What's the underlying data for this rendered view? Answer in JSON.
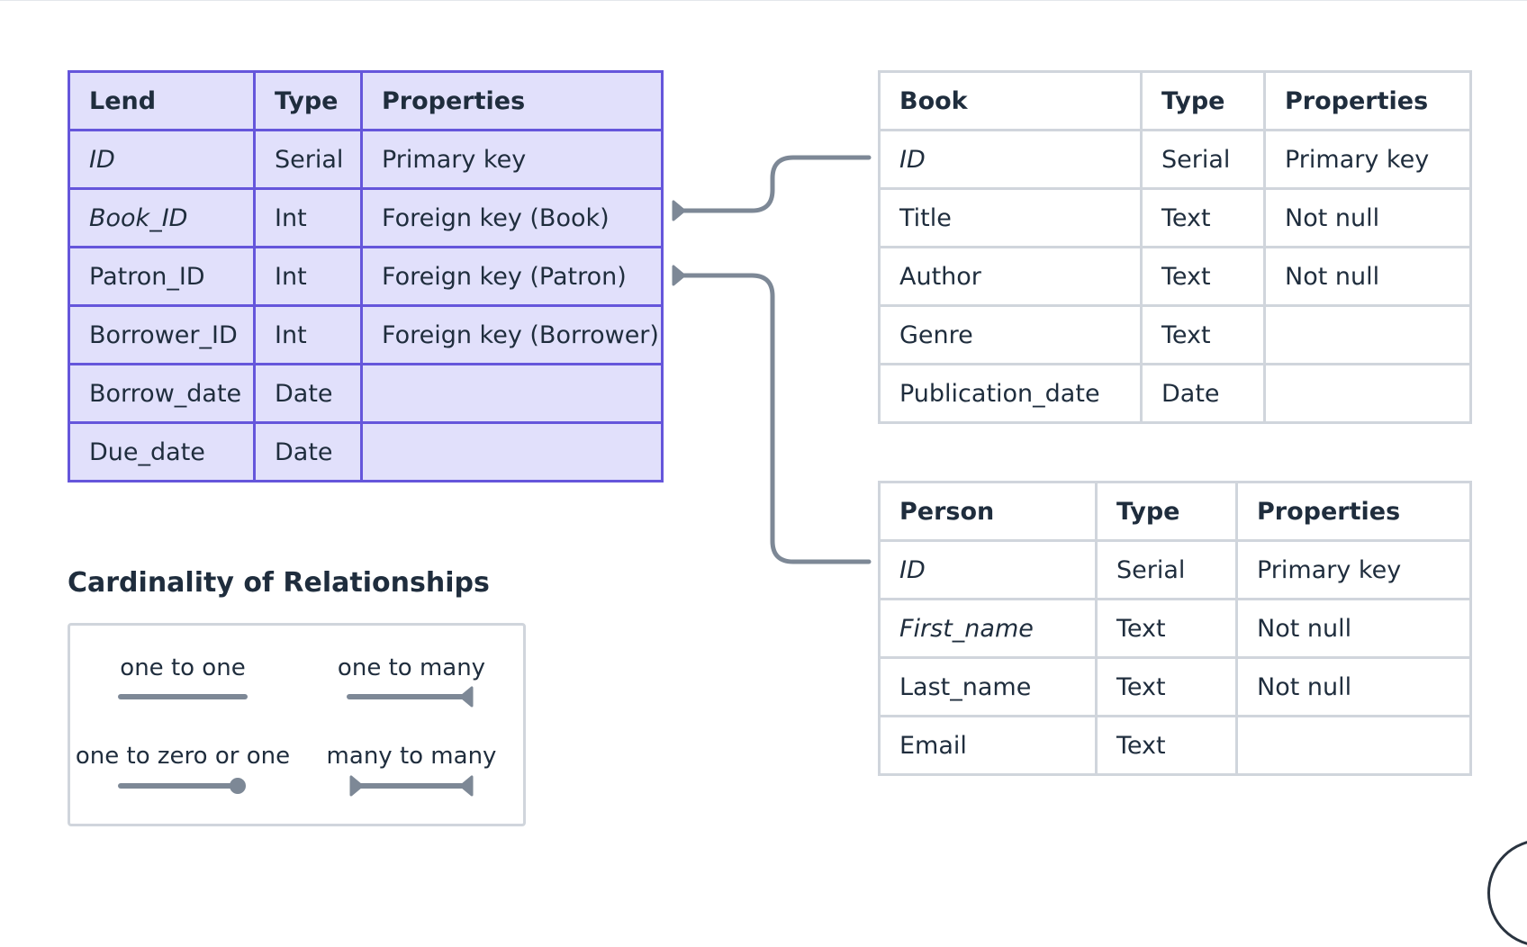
{
  "lend_table": {
    "columns": [
      "Lend",
      "Type",
      "Properties"
    ],
    "rows": [
      [
        "ID",
        "Serial",
        "Primary key"
      ],
      [
        "Book_ID",
        "Int",
        "Foreign key (Book)"
      ],
      [
        "Patron_ID",
        "Int",
        "Foreign key (Patron)"
      ],
      [
        "Borrower_ID",
        "Int",
        "Foreign key (Borrower)"
      ],
      [
        "Borrow_date",
        "Date",
        ""
      ],
      [
        "Due_date",
        "Date",
        ""
      ]
    ]
  },
  "book_table": {
    "columns": [
      "Book",
      "Type",
      "Properties"
    ],
    "rows": [
      [
        "ID",
        "Serial",
        "Primary key"
      ],
      [
        "Title",
        "Text",
        "Not null"
      ],
      [
        "Author",
        "Text",
        "Not null"
      ],
      [
        "Genre",
        "Text",
        ""
      ],
      [
        "Publication_date",
        "Date",
        ""
      ]
    ]
  },
  "person_table": {
    "columns": [
      "Person",
      "Type",
      "Properties"
    ],
    "rows": [
      [
        "ID",
        "Serial",
        "Primary key"
      ],
      [
        "First_name",
        "Text",
        "Not null"
      ],
      [
        "Last_name",
        "Text",
        "Not null"
      ],
      [
        "Email",
        "Text",
        ""
      ]
    ]
  },
  "legend": {
    "title": "Cardinality of Relationships",
    "one_to_one": "one to one",
    "one_to_many": "one to many",
    "one_to_zero_or_one": "one to zero or one",
    "many_to_many": "many to many"
  },
  "colors": {
    "lend_fill": "#e1e0fb",
    "lend_border": "#6556db",
    "table_border": "#d0d5dc",
    "connector": "#7d8896",
    "text": "#1f2d3d"
  }
}
